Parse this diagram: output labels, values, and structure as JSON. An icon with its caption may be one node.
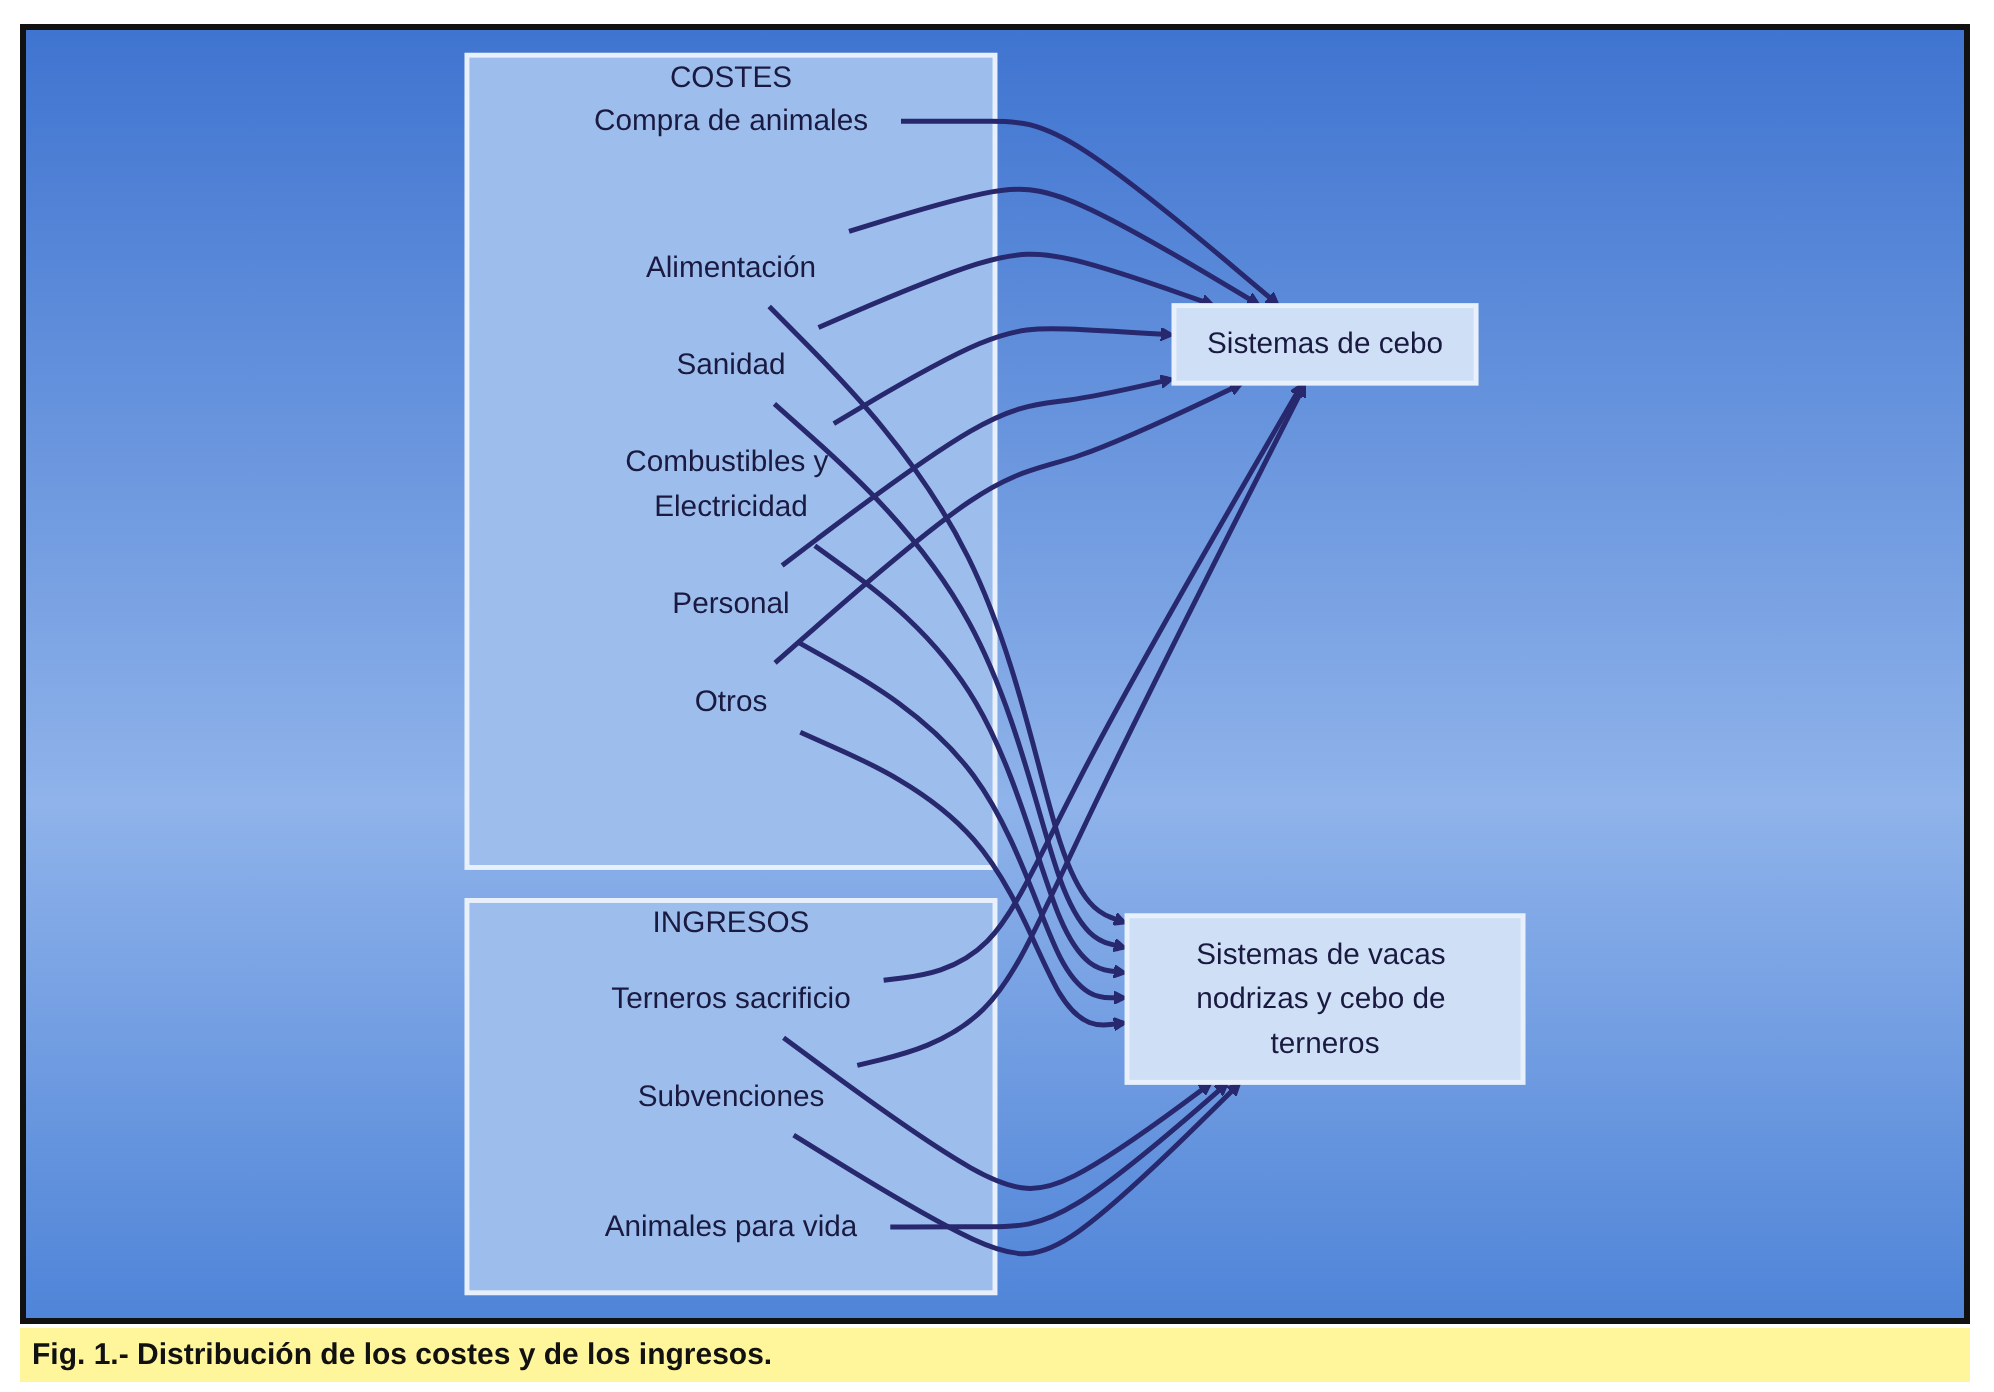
{
  "diagram": {
    "caption": "Fig. 1.- Distribución de los costes y de los ingresos.",
    "nodes": [
      {
        "text": [
          "Sistemas de cebo"
        ]
      },
      {
        "text": [
          "COSTES"
        ]
      },
      {
        "text": [
          "Compra de animales"
        ],
        "in": 1
      },
      {
        "text": [
          "Alimentación"
        ],
        "in": 1
      },
      {
        "text": [
          "Sanidad"
        ],
        "in": 1
      },
      {
        "text": [
          "Combustibles y Electricidad"
        ],
        "in": 1
      },
      {
        "text": [
          "Personal"
        ],
        "in": 1
      },
      {
        "text": [
          "Otros"
        ],
        "in": 1
      },
      {
        "text": [
          "INGRESOS"
        ]
      },
      {
        "text": [
          "Terneros sacrificio"
        ],
        "in": 8
      },
      {
        "text": [
          "Animales para vida"
        ],
        "in": 8
      },
      {
        "text": [
          "Subvenciones"
        ],
        "in": 8
      },
      {
        "text": [
          "Sistemas de vacas nodrizas y cebo de terneros"
        ]
      }
    ],
    "edges": [
      {
        "from": 2,
        "to": 0,
        "arrow": "to"
      },
      {
        "from": 3,
        "to": 0,
        "arrow": "to"
      },
      {
        "from": 3,
        "to": 12,
        "arrow": "to"
      },
      {
        "from": 4,
        "to": 0,
        "arrow": "to"
      },
      {
        "from": 4,
        "to": 12,
        "arrow": "to"
      },
      {
        "from": 5,
        "to": 0,
        "arrow": "to"
      },
      {
        "from": 5,
        "to": 12,
        "arrow": "to"
      },
      {
        "from": 6,
        "to": 0,
        "arrow": "to"
      },
      {
        "from": 6,
        "to": 12,
        "arrow": "to"
      },
      {
        "from": 7,
        "to": 0,
        "arrow": "to"
      },
      {
        "from": 7,
        "to": 12,
        "arrow": "to"
      },
      {
        "from": 9,
        "to": 0,
        "arrow": "to"
      },
      {
        "from": 9,
        "to": 12,
        "arrow": "to"
      },
      {
        "from": 10,
        "to": 12,
        "arrow": "to"
      },
      {
        "from": 11,
        "to": 0,
        "arrow": "to"
      },
      {
        "from": 11,
        "to": 12,
        "arrow": "to"
      }
    ]
  }
}
